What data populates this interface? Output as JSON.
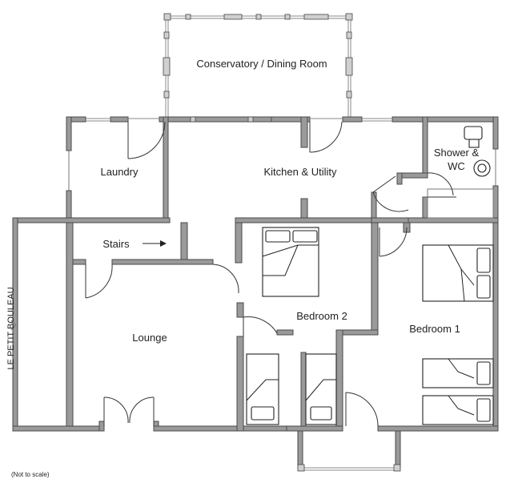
{
  "rooms": {
    "conservatory": "Conservatory / Dining Room",
    "laundry": "Laundry",
    "kitchen": "Kitchen & Utility",
    "shower_line1": "Shower &",
    "shower_line2": "WC",
    "stairs": "Stairs",
    "lounge": "Lounge",
    "bedroom2": "Bedroom 2",
    "bedroom1": "Bedroom 1"
  },
  "street": "LE PETIT BOULEAU",
  "scale_note": "(Not to scale)"
}
